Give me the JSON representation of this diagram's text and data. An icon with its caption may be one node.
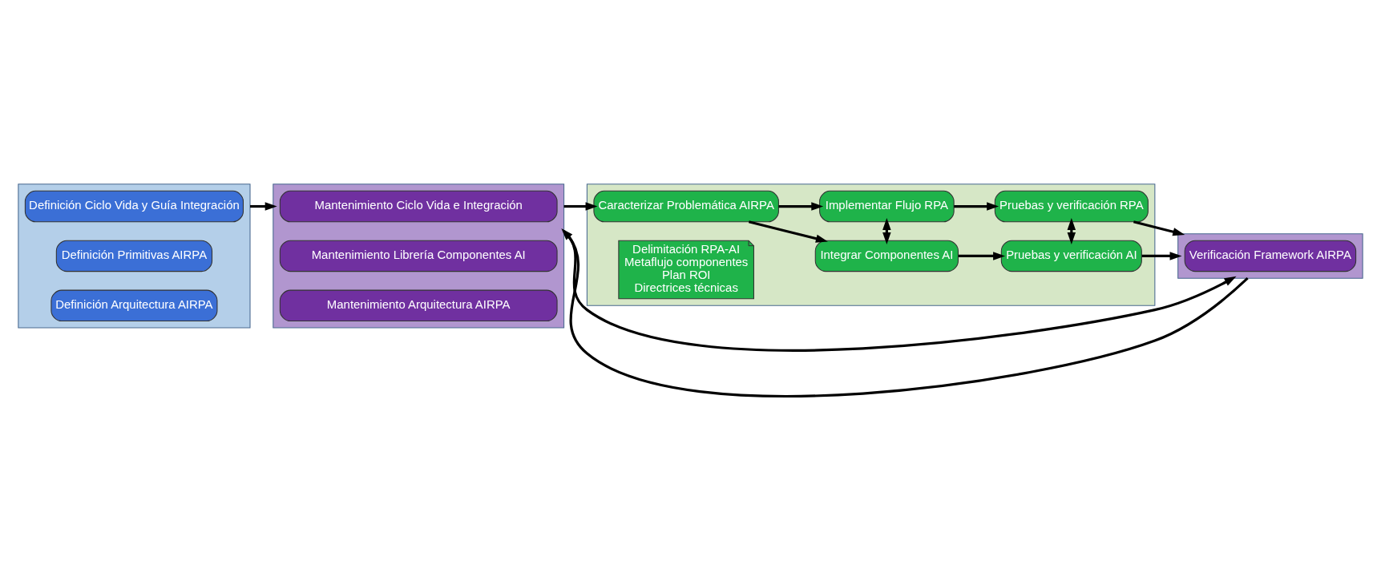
{
  "diagram": {
    "nodes": [
      {
        "text": [],
        "shape": "box"
      },
      {
        "text": [
          "Definición Ciclo Vida y Guía Integración"
        ],
        "in": 0
      },
      {
        "text": [
          "Definición Primitivas AIRPA"
        ],
        "in": 0
      },
      {
        "text": [
          "Definición Arquitectura AIRPA"
        ],
        "in": 0
      },
      {
        "text": [],
        "shape": "box"
      },
      {
        "text": [
          "Mantenimiento Ciclo Vida e Integración"
        ],
        "in": 4
      },
      {
        "text": [
          "Mantenimiento Librería Componentes AI"
        ],
        "in": 4
      },
      {
        "text": [
          "Mantenimiento Arquitectura AIRPA"
        ],
        "in": 4
      },
      {
        "text": [],
        "shape": "box"
      },
      {
        "text": [
          "Verificación Framework AIRPA"
        ],
        "in": 8
      },
      {
        "text": [],
        "shape": "box"
      },
      {
        "text": [
          "Caracterizar Problemática AIRPA"
        ],
        "in": 10
      },
      {
        "text": [
          "Delimitación RPA-AI",
          "Metaflujo componentes",
          "Plan ROI",
          "Directrices técnicas"
        ],
        "in": 10
      },
      {
        "text": [
          "Integrar Componentes AI"
        ],
        "in": 10
      },
      {
        "text": [
          "Pruebas y verificación AI"
        ],
        "in": 10
      },
      {
        "text": [
          "Implementar Flujo RPA"
        ],
        "in": 10
      },
      {
        "text": [
          "Pruebas y verificación RPA"
        ],
        "in": 10
      }
    ],
    "edges": [
      {
        "from": 0,
        "to": 4,
        "arrow": "to"
      },
      {
        "from": 4,
        "to": 8,
        "arrow": "to"
      },
      {
        "from": 4,
        "to": 11,
        "arrow": "to"
      },
      {
        "from": 8,
        "to": 4,
        "arrow": "to"
      },
      {
        "from": 11,
        "to": 13,
        "arrow": "to"
      },
      {
        "from": 11,
        "to": 15,
        "arrow": "to"
      },
      {
        "from": 13,
        "to": 14,
        "arrow": "to"
      },
      {
        "from": 15,
        "to": 16,
        "arrow": "to"
      },
      {
        "from": 13,
        "to": 15,
        "arrow": "both"
      },
      {
        "from": 14,
        "to": 16,
        "arrow": "both"
      },
      {
        "from": 14,
        "to": 8,
        "arrow": "to"
      },
      {
        "from": 16,
        "to": 8,
        "arrow": "to"
      }
    ]
  }
}
